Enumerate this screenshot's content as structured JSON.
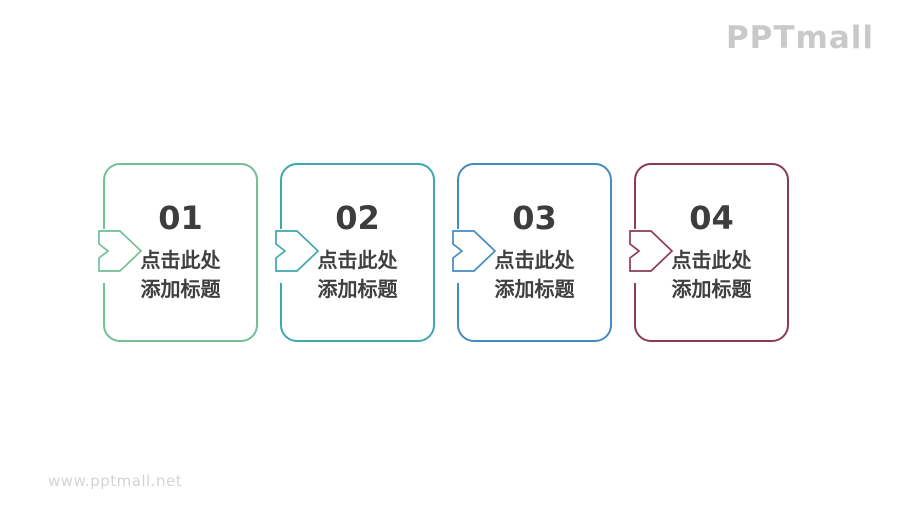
{
  "brand": {
    "logo_text": "PPTmall",
    "watermark_text": "www.pptmall.net"
  },
  "colors": {
    "step1_accent": "#72BF98",
    "step2_accent": "#3FA8AE",
    "step3_accent": "#448BC0",
    "step4_accent": "#8A3B55",
    "number_text": "#3d3d3d",
    "title_text": "#3f3f3f",
    "logo_gray": "#c9c9c9",
    "watermark_gray": "#d4d4d4",
    "background": "#ffffff"
  },
  "steps": [
    {
      "number": "01",
      "title_line1": "点击此处",
      "title_line2": "添加标题",
      "color": "#72BF98"
    },
    {
      "number": "02",
      "title_line1": "点击此处",
      "title_line2": "添加标题",
      "color": "#3FA8AE"
    },
    {
      "number": "03",
      "title_line1": "点击此处",
      "title_line2": "添加标题",
      "color": "#448BC0"
    },
    {
      "number": "04",
      "title_line1": "点击此处",
      "title_line2": "添加标题",
      "color": "#8A3B55"
    }
  ]
}
